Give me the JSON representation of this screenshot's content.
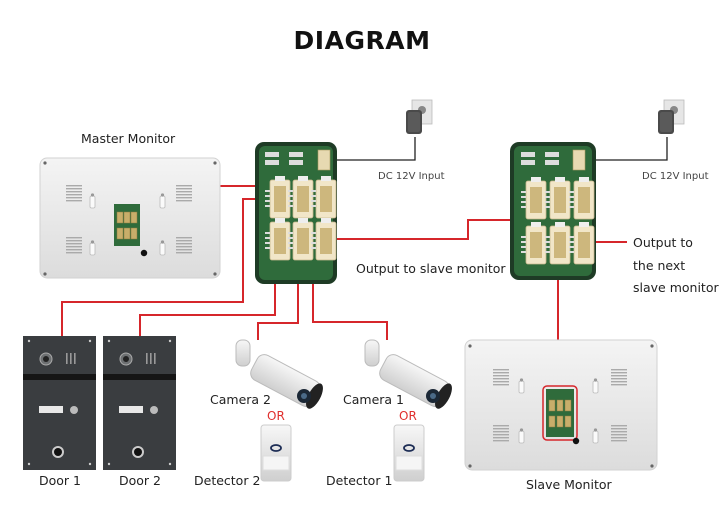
{
  "title": "DIAGRAM",
  "colors": {
    "wire": "#d6262b",
    "power_cable": "#222222",
    "pcb": "#2f6b3b",
    "monitor": "#ececec",
    "door_panel": "#3a3d40"
  },
  "labels": {
    "master_monitor": "Master Monitor",
    "slave_monitor": "Slave Monitor",
    "dc_input_1": "DC 12V Input",
    "dc_input_2": "DC 12V Input",
    "output_to_slave": "Output to slave monitor",
    "output_next_line1": "Output to",
    "output_next_line2": "the next",
    "output_next_line3": "slave monitor",
    "door_1": "Door 1",
    "door_2": "Door 2",
    "camera_2": "Camera 2",
    "camera_1": "Camera 1",
    "or_2": "OR",
    "or_1": "OR",
    "detector_2": "Detector 2",
    "detector_1": "Detector 1"
  }
}
